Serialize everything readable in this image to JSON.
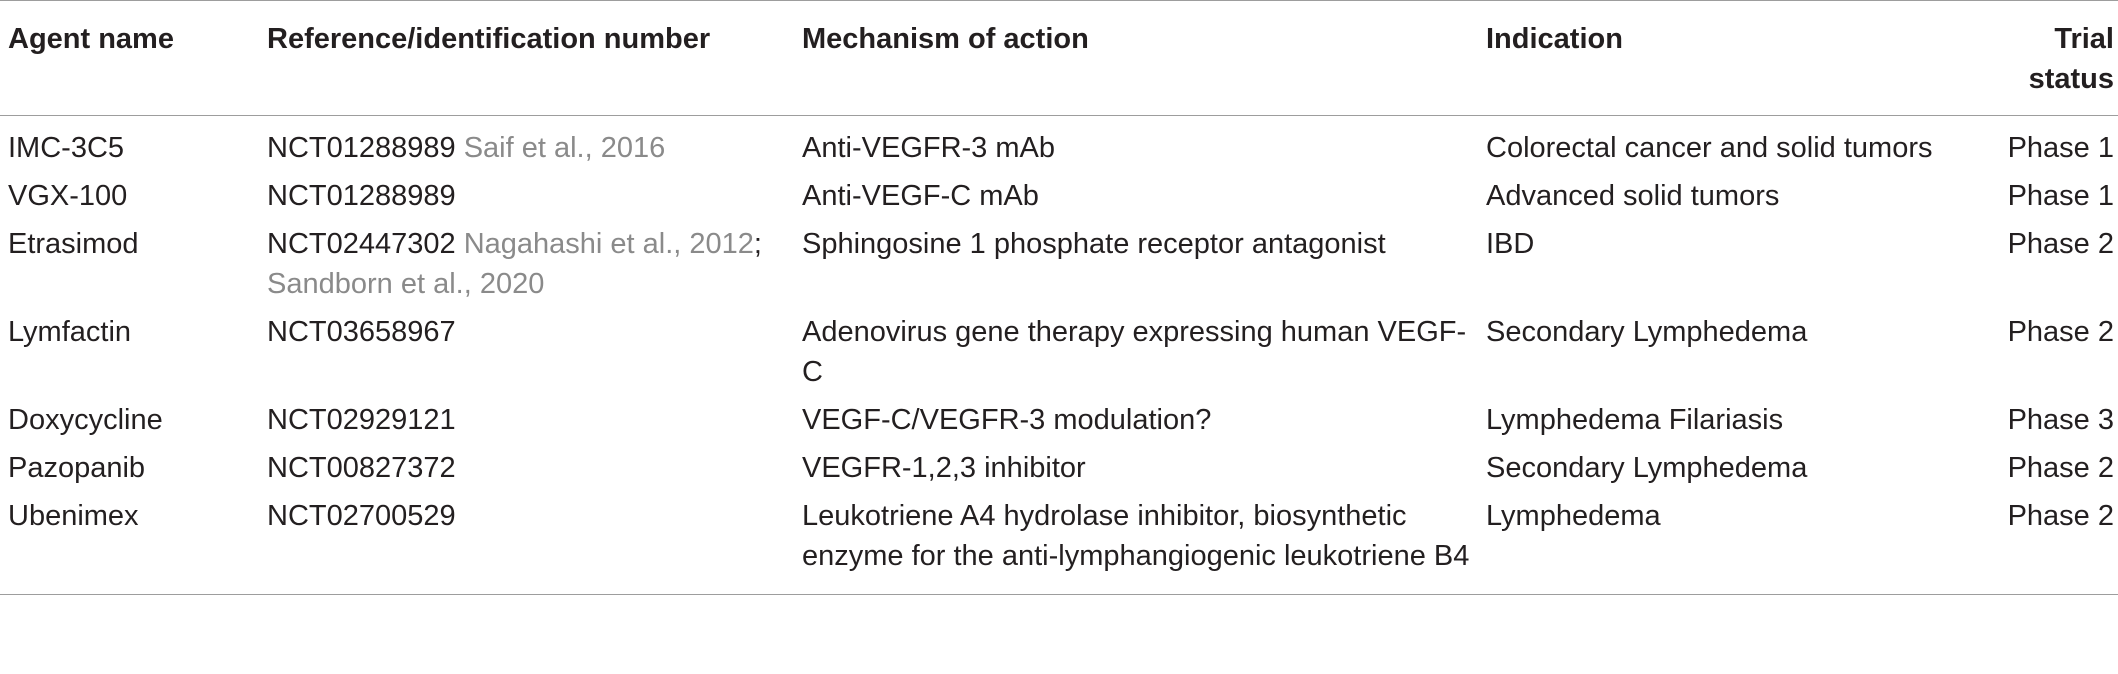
{
  "table": {
    "headers": {
      "agent": "Agent name",
      "reference": "Reference/identification number",
      "mechanism": "Mechanism of action",
      "indication": "Indication",
      "status": "Trial status"
    },
    "rows": [
      {
        "agent": "IMC-3C5",
        "ref_id": "NCT01288989",
        "citation_a": "Saif et al., 2016",
        "citation_sep": "",
        "citation_b": "",
        "mechanism": "Anti-VEGFR-3 mAb",
        "indication": "Colorectal cancer and solid tumors",
        "status": "Phase 1"
      },
      {
        "agent": "VGX-100",
        "ref_id": "NCT01288989",
        "citation_a": "",
        "citation_sep": "",
        "citation_b": "",
        "mechanism": "Anti-VEGF-C mAb",
        "indication": "Advanced solid tumors",
        "status": "Phase 1"
      },
      {
        "agent": "Etrasimod",
        "ref_id": "NCT02447302",
        "citation_a": "Nagahashi et al., 2012",
        "citation_sep": ";",
        "citation_b": "Sandborn et al., 2020",
        "mechanism": "Sphingosine 1 phosphate receptor antagonist",
        "indication": "IBD",
        "status": "Phase 2"
      },
      {
        "agent": "Lymfactin",
        "ref_id": "NCT03658967",
        "citation_a": "",
        "citation_sep": "",
        "citation_b": "",
        "mechanism": "Adenovirus gene therapy expressing human VEGF-C",
        "indication": "Secondary Lymphedema",
        "status": "Phase 2"
      },
      {
        "agent": "Doxycycline",
        "ref_id": "NCT02929121",
        "citation_a": "",
        "citation_sep": "",
        "citation_b": "",
        "mechanism": "VEGF-C/VEGFR-3 modulation?",
        "indication": "Lymphedema Filariasis",
        "status": "Phase 3"
      },
      {
        "agent": "Pazopanib",
        "ref_id": "NCT00827372",
        "citation_a": "",
        "citation_sep": "",
        "citation_b": "",
        "mechanism": "VEGFR-1,2,3 inhibitor",
        "indication": "Secondary Lymphedema",
        "status": "Phase 2"
      },
      {
        "agent": "Ubenimex",
        "ref_id": "NCT02700529",
        "citation_a": "",
        "citation_sep": "",
        "citation_b": "",
        "mechanism": "Leukotriene A4 hydrolase inhibitor, biosynthetic enzyme for the anti-lymphangiogenic leukotriene B4",
        "indication": "Lymphedema",
        "status": "Phase 2"
      }
    ]
  }
}
